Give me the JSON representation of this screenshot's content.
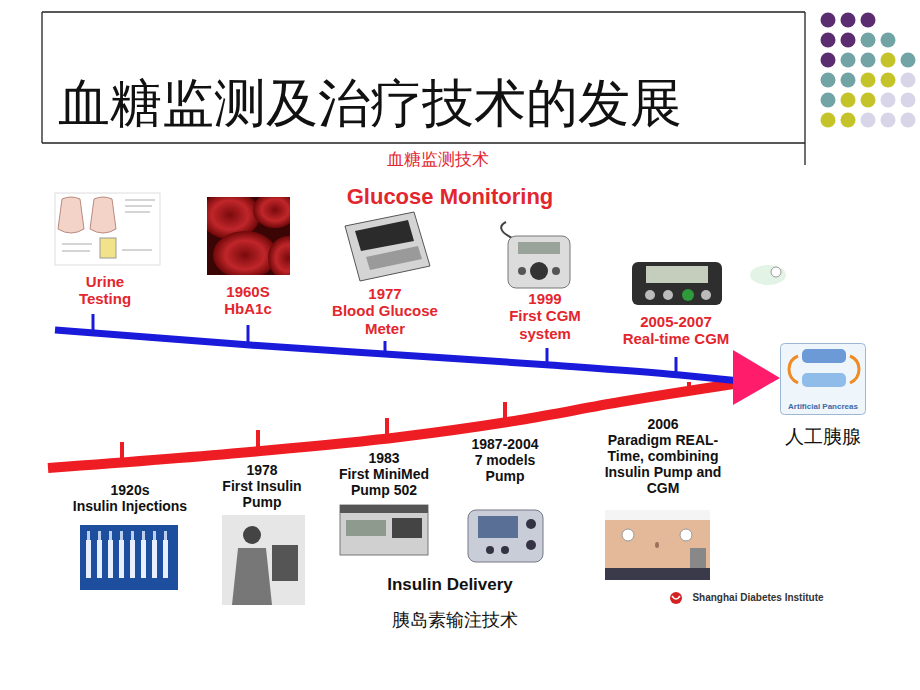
{
  "diagram": {
    "title": "血糖监测及治疗技术的发展",
    "nodes": [
      {
        "text": [
          "Artificial Pancreas",
          "人工胰腺"
        ]
      }
    ],
    "labels": [
      "血糖监测技术",
      "Glucose Monitoring",
      "Urine Testing",
      "1960S",
      "HbA1c",
      "1977",
      "Blood Glucose Meter",
      "1999",
      "First CGM system",
      "2005-2007",
      "Real-time CGM",
      "1920s",
      "Insulin Injections",
      "1978",
      "First Insulin Pump",
      "1983",
      "First MiniMed Pump 502",
      "1987-2004",
      "7 models Pump",
      "2006",
      "Paradigm REAL-Time, combining Insulin Pump and CGM",
      "Insulin Delivery",
      "Shanghai Diabetes Institute",
      "胰岛素输注技术"
    ]
  }
}
